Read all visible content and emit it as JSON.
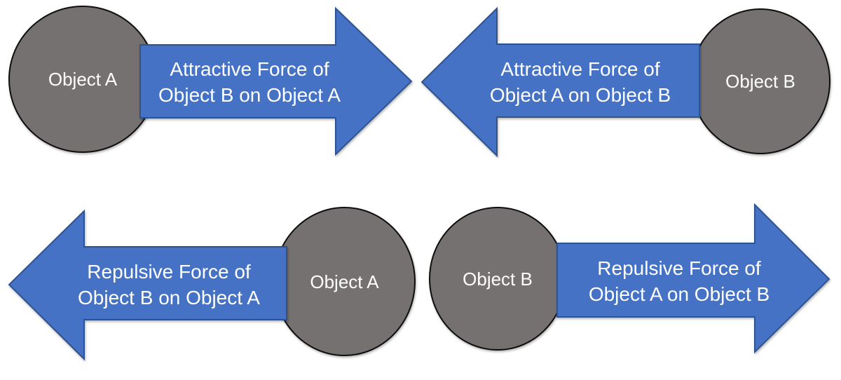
{
  "diagram": {
    "background_color": "#ffffff",
    "arrow_fill_color": "#4472C4",
    "arrow_border_color": "#2F528F",
    "circle_fill_color": "#767171",
    "circle_border_color": "#0e0e0e",
    "text_color": "#ffffff"
  },
  "groups": [
    {
      "id": "top-left",
      "object": {
        "label": "Object A"
      },
      "arrow": {
        "direction": "right",
        "line1": "Attractive Force of",
        "line2": "Object B on Object A"
      }
    },
    {
      "id": "top-right",
      "object": {
        "label": "Object B"
      },
      "arrow": {
        "direction": "left",
        "line1": "Attractive Force of",
        "line2": "Object A on Object B"
      }
    },
    {
      "id": "bottom-left",
      "object": {
        "label": "Object A"
      },
      "arrow": {
        "direction": "left",
        "line1": "Repulsive Force of",
        "line2": "Object B on Object A"
      }
    },
    {
      "id": "bottom-right",
      "object": {
        "label": "Object B"
      },
      "arrow": {
        "direction": "right",
        "line1": "Repulsive Force of",
        "line2": "Object A on Object B"
      }
    }
  ]
}
